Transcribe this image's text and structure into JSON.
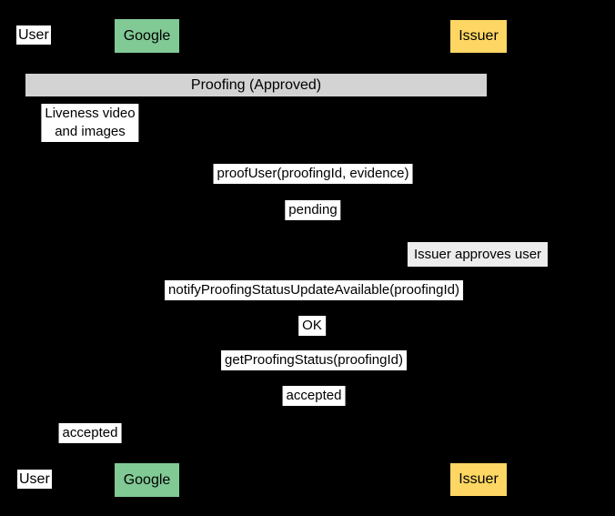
{
  "colors": {
    "background": "#000000",
    "google_box": "#81C995",
    "issuer_box": "#FDD663",
    "group_bar": "#D3D3D3",
    "note_box": "#ECECEC",
    "message_label_bg": "#FFFFFF",
    "text": "#000000"
  },
  "participants": {
    "user": "User",
    "google": "Google",
    "issuer": "Issuer"
  },
  "group": {
    "title": "Proofing (Approved)"
  },
  "messages": {
    "liveness_line1": "Liveness video",
    "liveness_line2": "and images",
    "proof_user": "proofUser(proofingId, evidence)",
    "pending": "pending",
    "notify": "notifyProofingStatusUpdateAvailable(proofingId)",
    "ok": "OK",
    "get_status": "getProofingStatus(proofingId)",
    "accepted_reply": "accepted",
    "accepted_to_user": "accepted"
  },
  "notes": {
    "issuer_approves": "Issuer approves user"
  }
}
